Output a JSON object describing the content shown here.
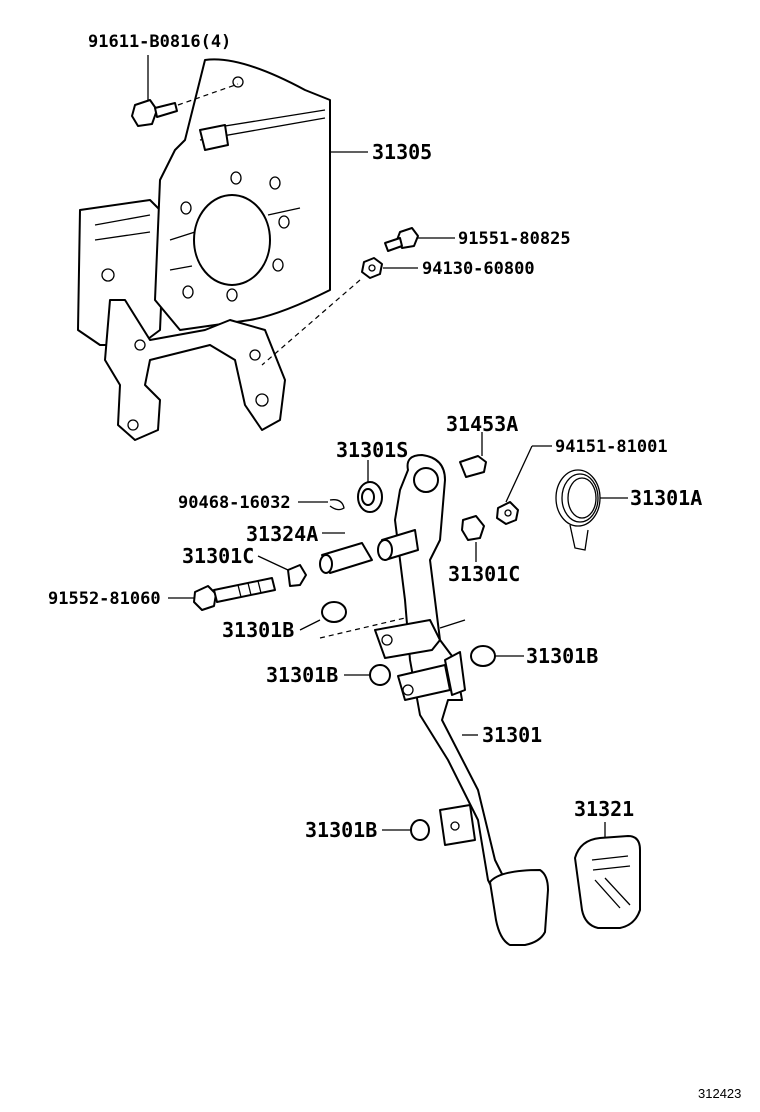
{
  "diagram": {
    "labels": {
      "bolt_top": "91611-B0816(4)",
      "bracket": "31305",
      "bolt_right": "91551-80825",
      "nut_right": "94130-60800",
      "bushing_s": "31301S",
      "pin_a": "31453A",
      "nut_far": "94151-81001",
      "clip": "90468-16032",
      "collar": "31324A",
      "bushing_c_left": "31301C",
      "spring": "31301A",
      "bushing_c_right": "31301C",
      "bolt_long": "91552-81060",
      "stopper_b1": "31301B",
      "stopper_b2": "31301B",
      "stopper_b3": "31301B",
      "pedal": "31301",
      "stopper_b4": "31301B",
      "pad": "31321",
      "ref_code": "312423"
    }
  }
}
